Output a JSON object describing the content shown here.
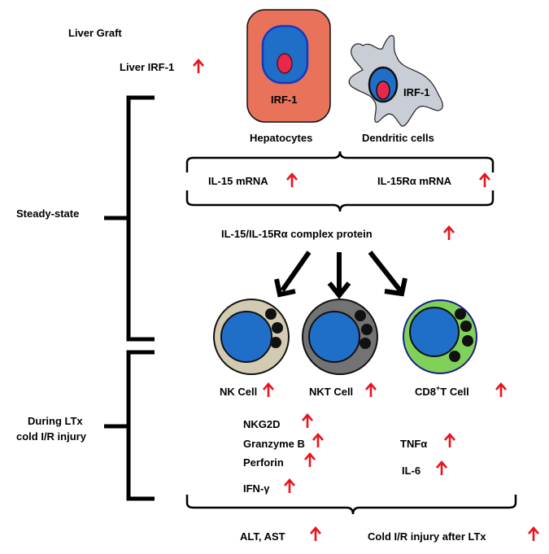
{
  "left_labels": {
    "liver_graft": "Liver Graft",
    "liver_irf1": "Liver IRF-1",
    "steady_state": "Steady-state",
    "during_ltx_line1": "During LTx",
    "during_ltx_line2": "cold I/R injury"
  },
  "cells_top": {
    "hepatocyte_irf": "IRF-1",
    "dendritic_irf": "IRF-1",
    "hepatocytes_label": "Hepatocytes",
    "dendritic_label": "Dendritic cells"
  },
  "mrna": {
    "il15": "IL-15 mRNA",
    "il15ra": "IL-15Rα mRNA"
  },
  "complex": "IL-15/IL-15Rα  complex protein",
  "effector_cells": {
    "nk": "NK Cell",
    "nkt": "NKT Cell",
    "cd8_prefix": "CD8",
    "cd8_sup": "+",
    "cd8_suffix": "T Cell"
  },
  "markers_left": [
    "NKG2D",
    "Granzyme B",
    "Perforin",
    "IFN-γ"
  ],
  "markers_right": [
    "TNFα",
    "IL-6"
  ],
  "outcomes": {
    "alt_ast": "ALT, AST",
    "cold_ir": "Cold I/R injury after LTx"
  },
  "colors": {
    "hepatocyte_bg": "#e8735a",
    "nucleus_blue": "#1f6fc8",
    "nucleolus_red": "#e8284a",
    "dendritic_bg": "#c9cdd6",
    "nk_ring": "#d2cbb2",
    "nkt_ring": "#737373",
    "cd8_ring": "#7fd15a",
    "arrow_red": "#e8141c"
  }
}
